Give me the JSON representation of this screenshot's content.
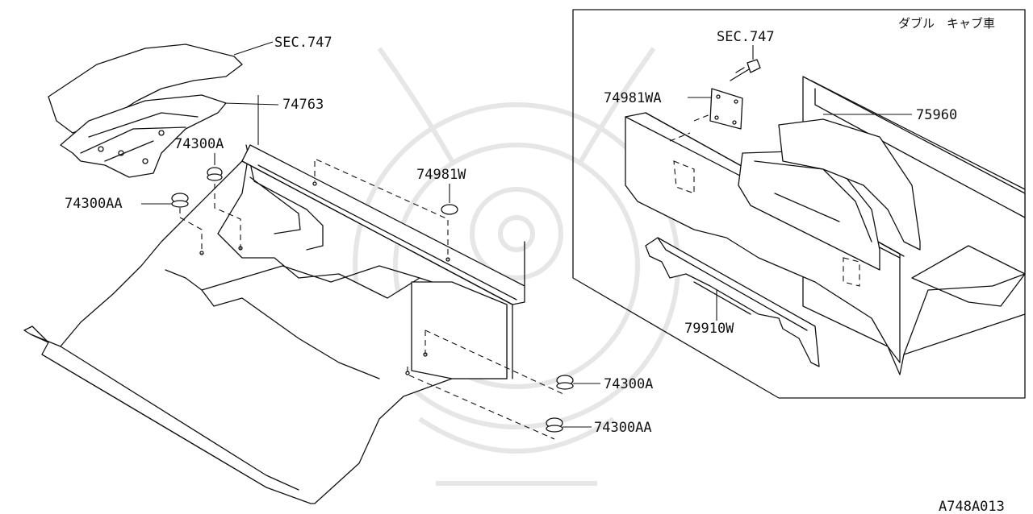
{
  "diagram_code": "A748A013",
  "inset_caption": "ダブル　キャブ車",
  "parts": {
    "sec747_main": "SEC.747",
    "bracket_74763": "74763",
    "plug_74300A_top": "74300A",
    "plug_74300AA_top": "74300AA",
    "pad_74981W": "74981W",
    "plug_74300A_bottom": "74300A",
    "plug_74300AA_bottom": "74300AA",
    "sec747_inset": "SEC.747",
    "pad_74981WA": "74981WA",
    "panel_75960": "75960",
    "trim_79910W": "79910W"
  }
}
